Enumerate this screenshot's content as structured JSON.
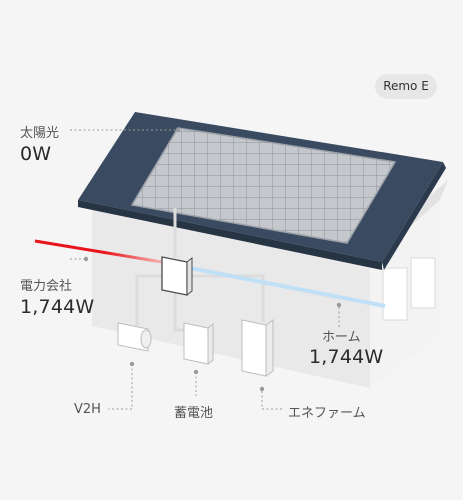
{
  "device_chip": {
    "label": "Remo E"
  },
  "solar": {
    "label": "太陽光",
    "value": "0W"
  },
  "grid": {
    "label": "電力会社",
    "value": "1,744W"
  },
  "home": {
    "label": "ホーム",
    "value": "1,744W"
  },
  "devices": {
    "v2h": "V2H",
    "battery": "蓄電池",
    "enefarm": "エネファーム"
  },
  "colors": {
    "grid_flow": "#e8151b",
    "home_flow": "#bfe0f6",
    "roof": "#3a4b61",
    "panel": "#b9bcc1"
  }
}
